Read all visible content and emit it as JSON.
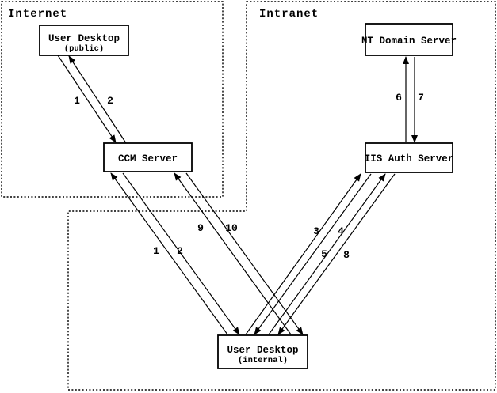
{
  "diagram": {
    "zones": [
      {
        "id": "internet",
        "label": "Internet"
      },
      {
        "id": "intranet",
        "label": "Intranet"
      }
    ],
    "nodes": [
      {
        "id": "user-desktop-public",
        "label": "User Desktop",
        "sublabel": "(public)",
        "zone": "internet"
      },
      {
        "id": "ccm-server",
        "label": "CCM Server",
        "sublabel": "",
        "zone": "internet"
      },
      {
        "id": "nt-domain-server",
        "label": "NT Domain Server",
        "sublabel": "",
        "zone": "intranet"
      },
      {
        "id": "iis-auth-server",
        "label": "IIS Auth Server",
        "sublabel": "",
        "zone": "intranet"
      },
      {
        "id": "user-desktop-internal",
        "label": "User Desktop",
        "sublabel": "(internal)",
        "zone": "intranet"
      }
    ],
    "edges": [
      {
        "label": "1",
        "from": "user-desktop-public",
        "to": "ccm-server"
      },
      {
        "label": "2",
        "from": "ccm-server",
        "to": "user-desktop-public"
      },
      {
        "label": "1",
        "from": "user-desktop-internal",
        "to": "ccm-server"
      },
      {
        "label": "2",
        "from": "ccm-server",
        "to": "user-desktop-internal"
      },
      {
        "label": "9",
        "from": "user-desktop-internal",
        "to": "ccm-server"
      },
      {
        "label": "10",
        "from": "ccm-server",
        "to": "user-desktop-internal"
      },
      {
        "label": "3",
        "from": "user-desktop-internal",
        "to": "iis-auth-server"
      },
      {
        "label": "4",
        "from": "iis-auth-server",
        "to": "user-desktop-internal"
      },
      {
        "label": "5",
        "from": "user-desktop-internal",
        "to": "iis-auth-server"
      },
      {
        "label": "8",
        "from": "iis-auth-server",
        "to": "user-desktop-internal"
      },
      {
        "label": "6",
        "from": "iis-auth-server",
        "to": "nt-domain-server"
      },
      {
        "label": "7",
        "from": "nt-domain-server",
        "to": "iis-auth-server"
      }
    ],
    "colors": {
      "line": "#000000",
      "background": "#ffffff",
      "box_fill": "#ffffff"
    }
  }
}
